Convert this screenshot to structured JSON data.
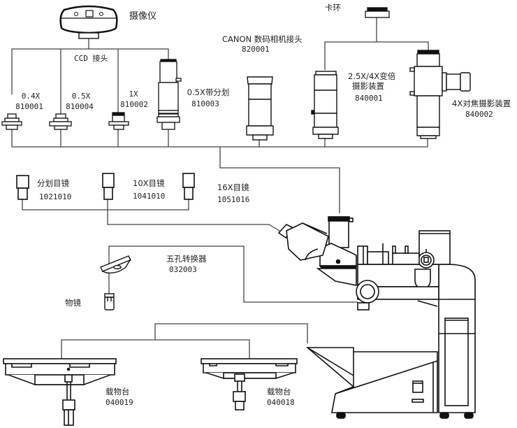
{
  "title": "显微镜系统配置图",
  "colors": {
    "line": "#444444",
    "stroke": "#111111",
    "background": "#ffffff"
  },
  "components": {
    "camera": {
      "name": "摄像仪"
    },
    "ccd_adapter_group": {
      "name": "CCD 接头"
    },
    "ccd_04x": {
      "name": "0.4X",
      "code": "810001"
    },
    "ccd_05x": {
      "name": "0.5X",
      "code": "810004"
    },
    "ccd_1x": {
      "name": "1X",
      "code": "810002"
    },
    "ccd_05x_reticle": {
      "name": "0.5X带分划",
      "code": "810003"
    },
    "canon_adapter": {
      "name": "CANON 数码相机接头",
      "code": "820001"
    },
    "clamp_ring": {
      "name": "卡环"
    },
    "zoom_photo": {
      "name_line1": "2.5X/4X变倍",
      "name_line2": "摄影装置",
      "code": "840001"
    },
    "focus_photo": {
      "name": "4X对焦摄影装置",
      "code": "840002"
    },
    "eyepiece_reticle": {
      "name": "分划目镜",
      "code": "1021010"
    },
    "eyepiece_10x": {
      "name": "10X目镜",
      "code": "1041010"
    },
    "eyepiece_16x": {
      "name": "16X目镜",
      "code": "1051016"
    },
    "nosepiece": {
      "name": "五孔转换器",
      "code": "032003"
    },
    "objective": {
      "name": "物镜"
    },
    "stage_large": {
      "name": "载物台",
      "code": "040019"
    },
    "stage_small": {
      "name": "载物台",
      "code": "040018"
    }
  }
}
